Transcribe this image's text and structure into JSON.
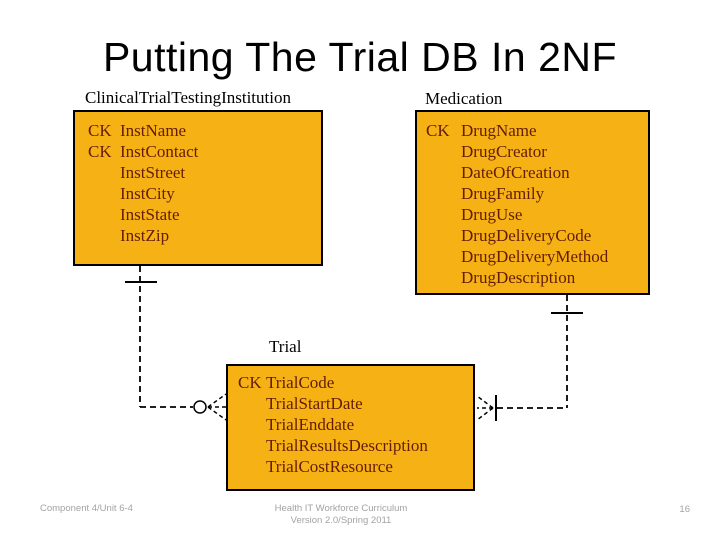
{
  "slide": {
    "title": "Putting The Trial DB In 2NF"
  },
  "entities": {
    "institution": {
      "label": "ClinicalTrialTestingInstitution",
      "fields": [
        {
          "key": "CK",
          "name": "InstName"
        },
        {
          "key": "CK",
          "name": "InstContact"
        },
        {
          "key": "",
          "name": "InstStreet"
        },
        {
          "key": "",
          "name": "InstCity"
        },
        {
          "key": "",
          "name": "InstState"
        },
        {
          "key": "",
          "name": "InstZip"
        }
      ]
    },
    "medication": {
      "label": "Medication",
      "fields": [
        {
          "key": "CK",
          "name": "DrugName"
        },
        {
          "key": "",
          "name": "DrugCreator"
        },
        {
          "key": "",
          "name": "DateOfCreation"
        },
        {
          "key": "",
          "name": "DrugFamily"
        },
        {
          "key": "",
          "name": "DrugUse"
        },
        {
          "key": "",
          "name": "DrugDeliveryCode"
        },
        {
          "key": "",
          "name": "DrugDeliveryMethod"
        },
        {
          "key": "",
          "name": "DrugDescription"
        }
      ]
    },
    "trial": {
      "label": "Trial",
      "fields": [
        {
          "key": "CK",
          "name": "TrialCode"
        },
        {
          "key": "",
          "name": "TrialStartDate"
        },
        {
          "key": "",
          "name": "TrialEnddate"
        },
        {
          "key": "",
          "name": "TrialResultsDescription"
        },
        {
          "key": "",
          "name": "TrialCostResource"
        }
      ]
    }
  },
  "relationships": [
    {
      "from": "ClinicalTrialTestingInstitution",
      "to": "Trial",
      "from_cardinality": "one",
      "to_cardinality": "zero-or-many",
      "line_style": "dashed"
    },
    {
      "from": "Medication",
      "to": "Trial",
      "from_cardinality": "one",
      "to_cardinality": "one-or-many",
      "line_style": "dashed"
    }
  ],
  "footer": {
    "left": "Component 4/Unit 6-4",
    "center_line1": "Health IT Workforce Curriculum",
    "center_line2": "Version 2.0/Spring 2011",
    "page": "16"
  },
  "colors": {
    "entity_fill": "#F6B214",
    "entity_border": "#000000",
    "field_text": "#641C04",
    "title_text": "#000000",
    "footer_text": "#A3A3A5",
    "background": "#FFFFFF"
  }
}
